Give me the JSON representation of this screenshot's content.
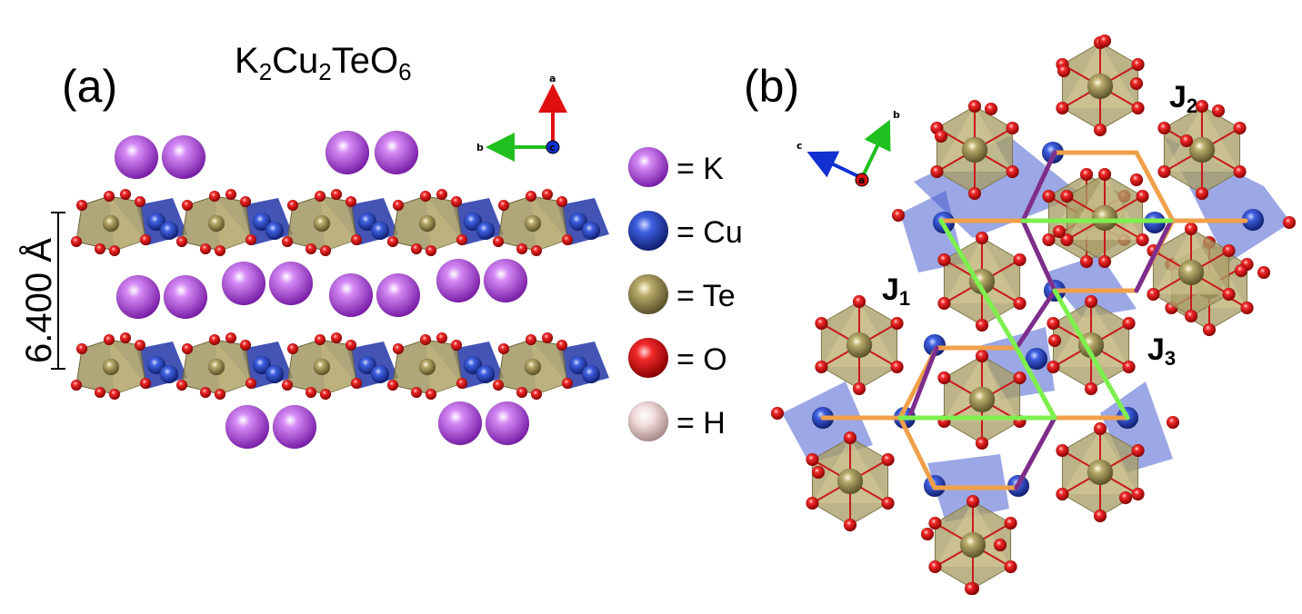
{
  "panel_a": {
    "label": "(a)",
    "title": {
      "base1": "K",
      "sub1": "2",
      "base2": "Cu",
      "sub2": "2",
      "base3": "TeO",
      "sub3": "6"
    },
    "spacing_label": "6.400 Å",
    "axes": {
      "a": "a",
      "b": "b",
      "c": "c"
    }
  },
  "panel_b": {
    "label": "(b)",
    "axes": {
      "a": "a",
      "b": "b",
      "c": "c"
    },
    "couplings": [
      {
        "base": "J",
        "sub": "1",
        "color": "#7CF04C"
      },
      {
        "base": "J",
        "sub": "2",
        "color": "#F0A04A"
      },
      {
        "base": "J",
        "sub": "3",
        "color": "#7D2E8C"
      }
    ]
  },
  "legend": [
    {
      "element": "K",
      "text": "= K",
      "color": "#A63FD6"
    },
    {
      "element": "Cu",
      "text": "= Cu",
      "color": "#2440B8"
    },
    {
      "element": "Te",
      "text": "= Te",
      "color": "#8A7E4A"
    },
    {
      "element": "O",
      "text": "= O",
      "color": "#D41616"
    },
    {
      "element": "H",
      "text": "= H",
      "color": "#E2C2C0"
    }
  ]
}
